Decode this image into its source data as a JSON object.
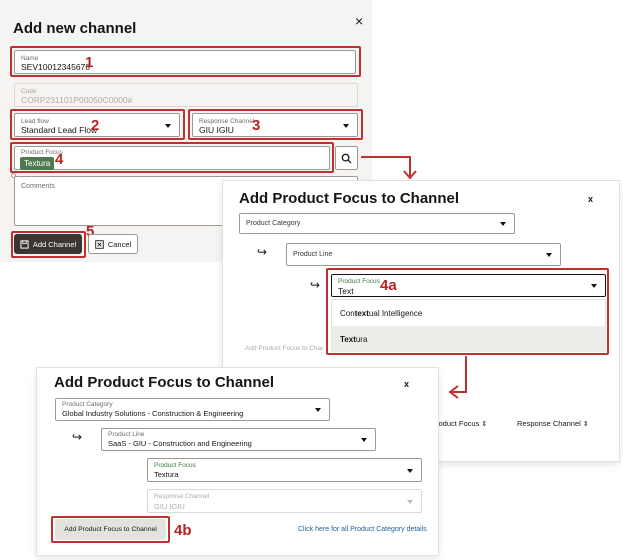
{
  "panel1": {
    "title": "Add new channel",
    "close": "×",
    "name_label": "Name",
    "name_value": "SEV10012345678",
    "code_label": "Code",
    "code_value": "CORP231101P00050C0000#",
    "lead_flow_label": "Lead flow",
    "lead_flow_value": "Standard Lead Flow",
    "response_channel_label": "Response Channel",
    "response_channel_value": "GIU IGIU",
    "product_focus_label": "Product Focus",
    "product_focus_chip": "Textura",
    "comments_label": "Comments",
    "add_channel_button": "Add Channel",
    "cancel_button": "Cancel"
  },
  "panel2": {
    "title": "Add Product Focus to Channel",
    "close": "x",
    "product_category_placeholder": "Product Category",
    "product_line_placeholder": "Product Line",
    "product_focus_label": "Product Focus",
    "product_focus_value": "Text",
    "suggestions": [
      {
        "pre": "Con",
        "bold": "text",
        "post": "ual Intelligence"
      },
      {
        "pre": "",
        "bold": "Text",
        "post": "ura"
      }
    ],
    "add_button_partial": "Add Product Focus to Char",
    "col_product_focus": "Product Focus",
    "col_response_channel": "Response Channel"
  },
  "panel3": {
    "title": "Add Product Focus to Channel",
    "close": "x",
    "product_category_label": "Product Category",
    "product_category_value": "Global Industry Solutions - Construction & Engineering",
    "product_line_label": "Product Line",
    "product_line_value": "SaaS - GIU - Construction and Engineering",
    "product_focus_label": "Product Focus",
    "product_focus_value": "Textura",
    "response_channel_label": "Response Channel",
    "response_channel_value": "GIU IGIU",
    "add_button": "Add Product Focus to Channel",
    "details_link": "Click here for all Product Category details"
  },
  "annotations": {
    "n1": "1",
    "n2": "2",
    "n3": "3",
    "n4": "4",
    "n5": "5",
    "n4a": "4a",
    "n4b": "4b"
  },
  "glyphs": {
    "hook_arrow": "↪"
  },
  "colors": {
    "annotation_red": "#c0302f",
    "chip_green": "#4f7a4f",
    "link_blue": "#1f5e9f"
  }
}
